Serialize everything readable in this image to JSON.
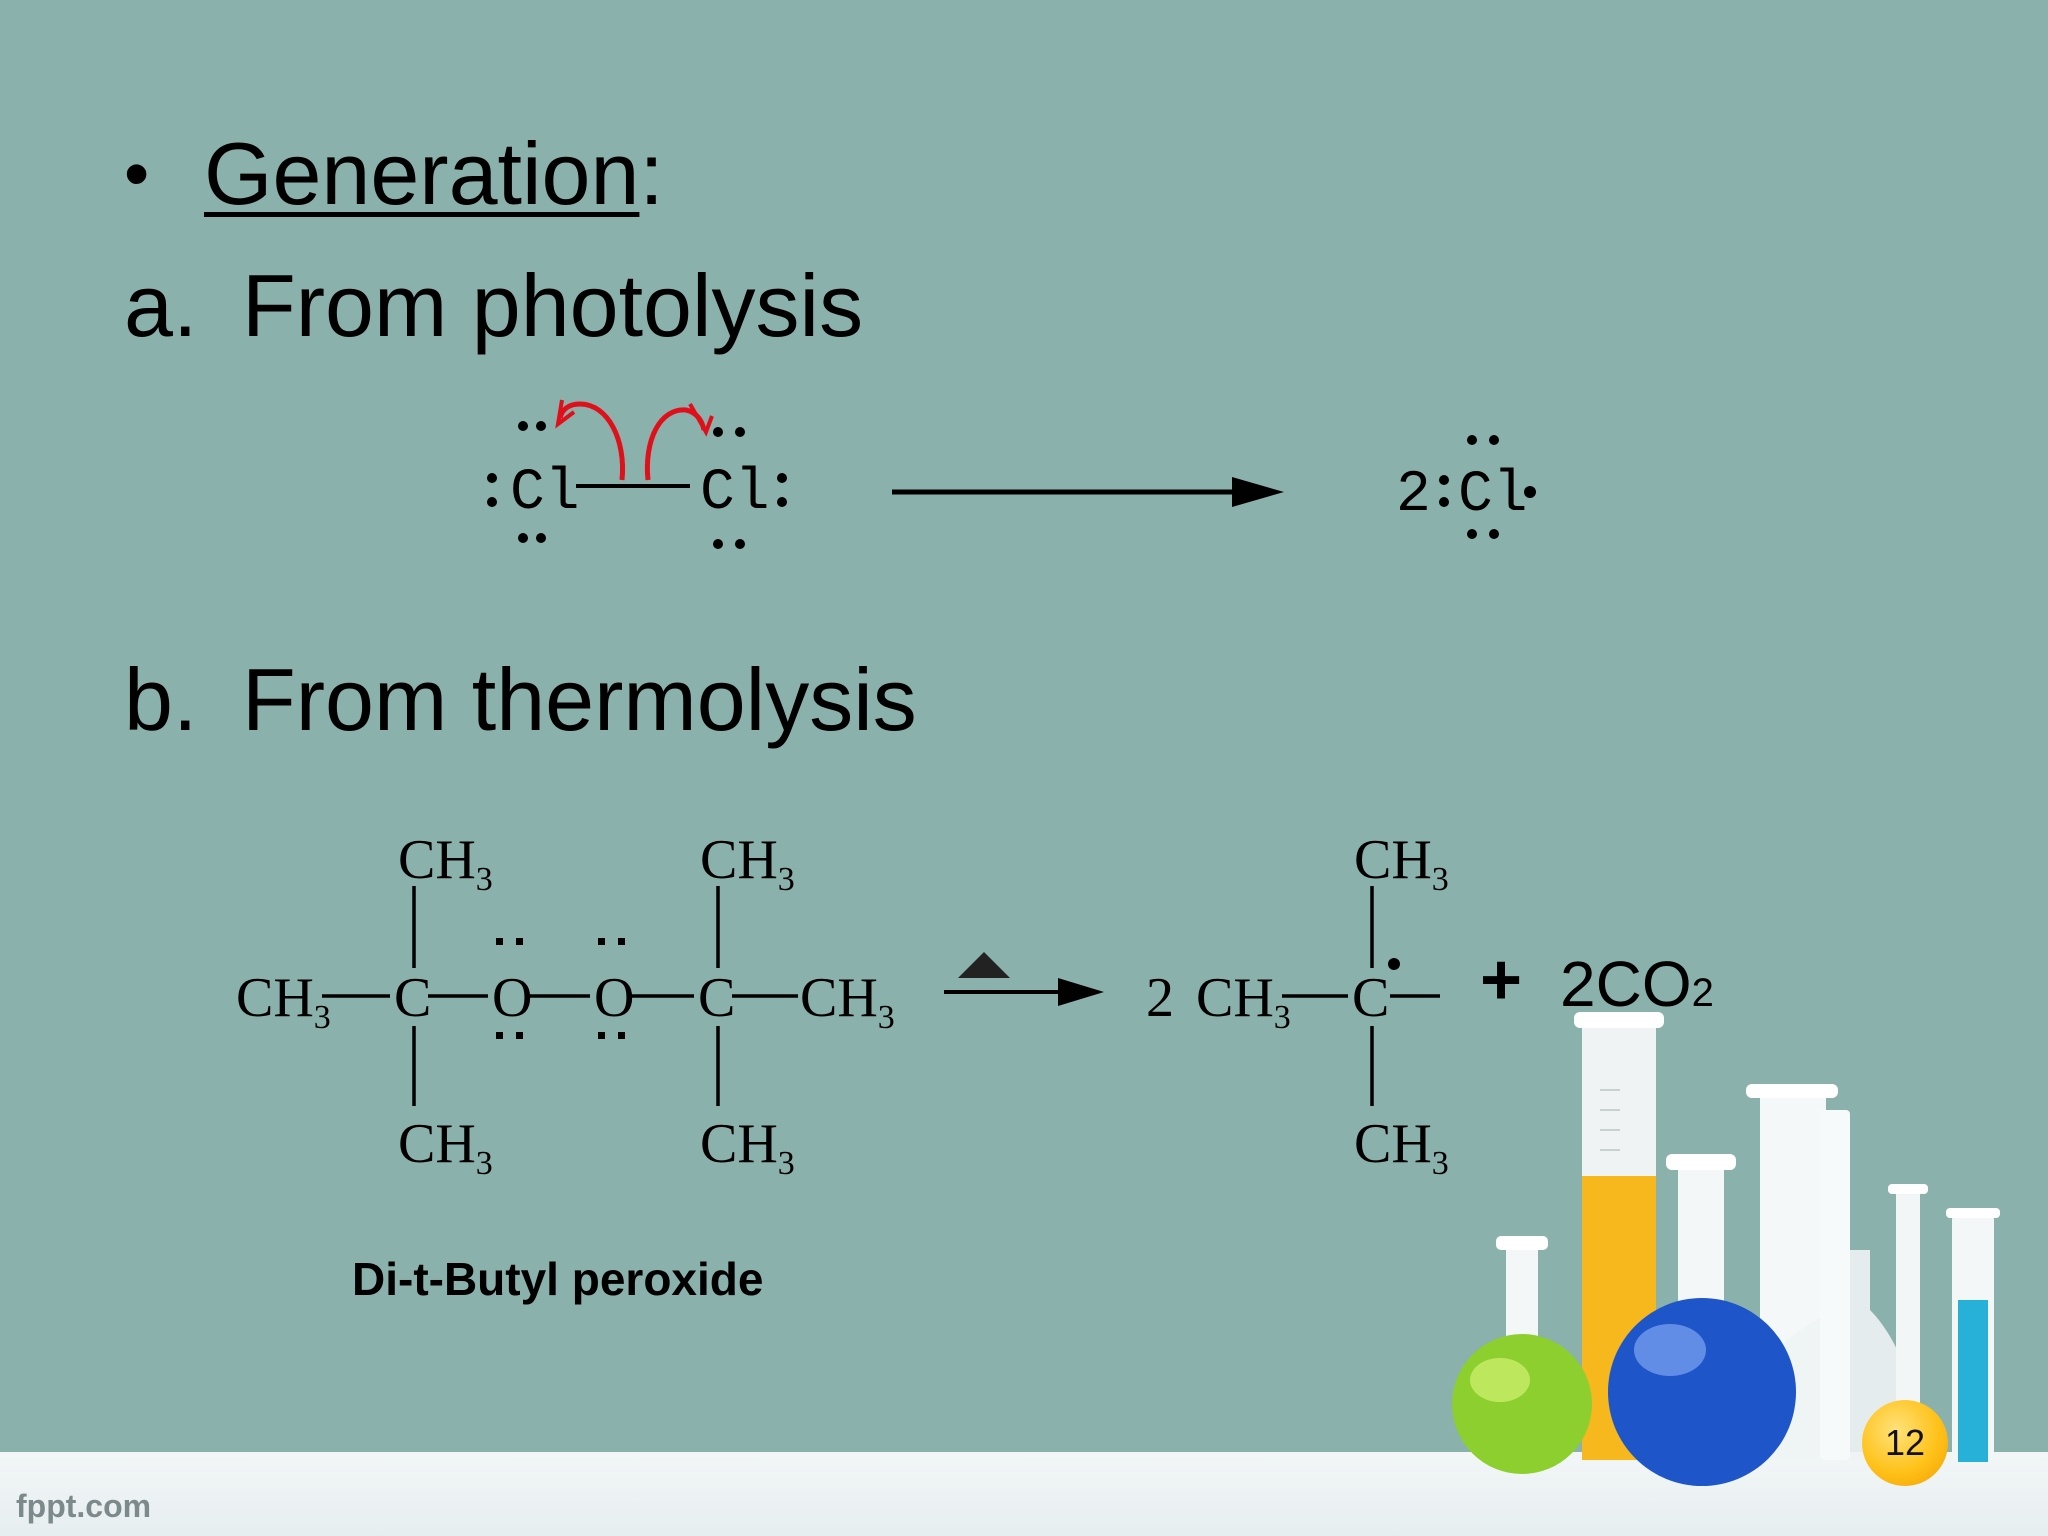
{
  "heading": {
    "bullet": "•",
    "title": "Generation",
    "colon": ":"
  },
  "items": [
    {
      "marker": "a.",
      "text": "From photolysis"
    },
    {
      "marker": "b.",
      "text": "From thermolysis"
    }
  ],
  "photolysis": {
    "reactant_atom_1": "Cl",
    "reactant_atom_2": "Cl",
    "product_coefficient": "2",
    "product_atom": "Cl"
  },
  "thermolysis": {
    "methyl": "CH",
    "subscript": "3",
    "carbon": "C",
    "oxygen": "O",
    "coefficient": "2",
    "co2_label": "2CO",
    "co2_subscript": "2",
    "plus": "+",
    "caption": "Di-t-Butyl peroxide"
  },
  "footer": {
    "brand": "fppt.com",
    "slide_number": "12"
  },
  "colors": {
    "background": "#8ab1ab",
    "arrow_red": "#e0101a",
    "accent_yellow": "#ffc21a"
  }
}
